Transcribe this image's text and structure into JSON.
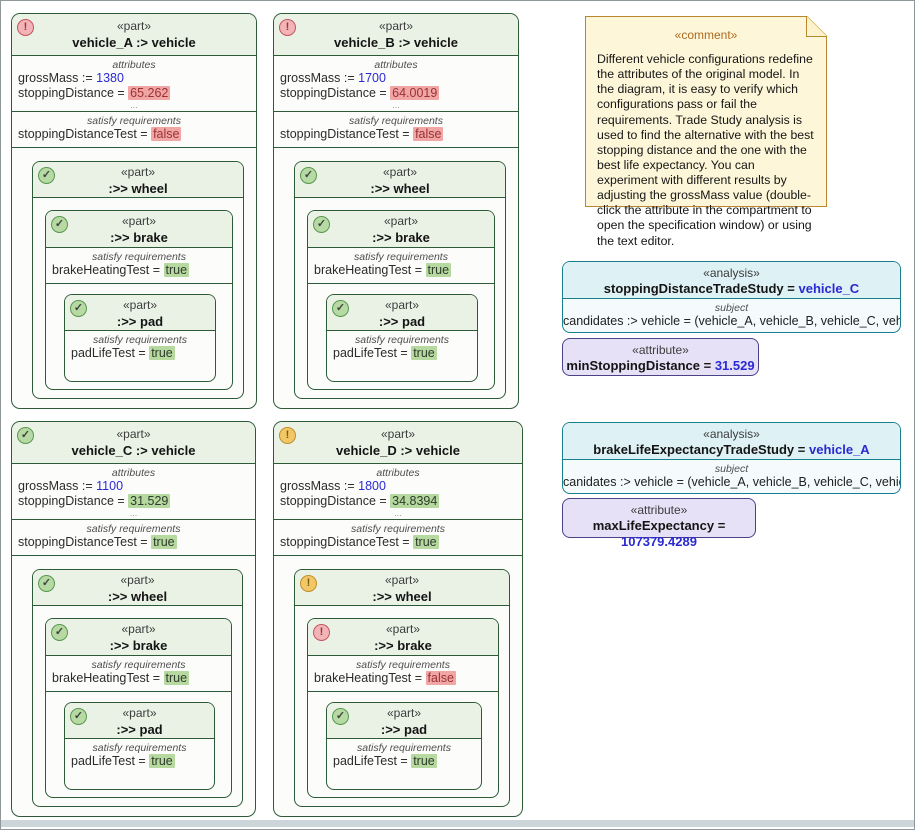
{
  "icons_note": {
    "error": "exclamation-in-red-circle",
    "warn": "exclamation-in-orange-circle",
    "ok": "check-in-green-circle"
  },
  "colors": {
    "part_border": "#2d5b37",
    "part_header_bg": "#eaf2e6",
    "fail_bg": "#f1a6a6",
    "pass_bg": "#b6d9a0",
    "value_blue": "#2a2ad2",
    "analysis_border": "#19808d",
    "analysis_header_bg": "#def1f5",
    "attribute_bg": "#e7e1f7",
    "attribute_border": "#4a4287",
    "comment_bg": "#fdf6d8",
    "comment_border": "#b8872e",
    "comment_title": "#ad6a1f"
  },
  "vehicles": [
    {
      "stereotype": "«part»",
      "title": "vehicle_A :> vehicle",
      "status": "error",
      "icon_glyph": "!",
      "attributes_label": "attributes",
      "ellipsis": "...",
      "attr_rows": [
        {
          "label": "grossMass := ",
          "value": "1380",
          "style": "blue"
        },
        {
          "label": "stoppingDistance = ",
          "value": "65.262",
          "style": "fail"
        }
      ],
      "satisfy_label": "satisfy requirements",
      "satisfy_row": {
        "label": "stoppingDistanceTest = ",
        "value": "false",
        "style": "fail"
      },
      "wheel": {
        "stereotype": "«part»",
        "title": ":>> wheel",
        "status": "ok",
        "icon_glyph": "✓",
        "brake": {
          "stereotype": "«part»",
          "title": ":>> brake",
          "status": "ok",
          "icon_glyph": "✓",
          "satisfy_label": "satisfy requirements",
          "satisfy_row": {
            "label": "brakeHeatingTest = ",
            "value": "true",
            "style": "pass"
          },
          "pad": {
            "stereotype": "«part»",
            "title": ":>> pad",
            "status": "ok",
            "icon_glyph": "✓",
            "satisfy_label": "satisfy requirements",
            "satisfy_row": {
              "label": "padLifeTest = ",
              "value": "true",
              "style": "pass"
            }
          }
        }
      }
    },
    {
      "stereotype": "«part»",
      "title": "vehicle_B :> vehicle",
      "status": "error",
      "icon_glyph": "!",
      "attributes_label": "attributes",
      "ellipsis": "...",
      "attr_rows": [
        {
          "label": "grossMass := ",
          "value": "1700",
          "style": "blue"
        },
        {
          "label": "stoppingDistance = ",
          "value": "64.0019",
          "style": "fail"
        }
      ],
      "satisfy_label": "satisfy requirements",
      "satisfy_row": {
        "label": "stoppingDistanceTest = ",
        "value": "false",
        "style": "fail"
      },
      "wheel": {
        "stereotype": "«part»",
        "title": ":>> wheel",
        "status": "ok",
        "icon_glyph": "✓",
        "brake": {
          "stereotype": "«part»",
          "title": ":>> brake",
          "status": "ok",
          "icon_glyph": "✓",
          "satisfy_label": "satisfy requirements",
          "satisfy_row": {
            "label": "brakeHeatingTest = ",
            "value": "true",
            "style": "pass"
          },
          "pad": {
            "stereotype": "«part»",
            "title": ":>> pad",
            "status": "ok",
            "icon_glyph": "✓",
            "satisfy_label": "satisfy requirements",
            "satisfy_row": {
              "label": "padLifeTest = ",
              "value": "true",
              "style": "pass"
            }
          }
        }
      }
    },
    {
      "stereotype": "«part»",
      "title": "vehicle_C :> vehicle",
      "status": "ok",
      "icon_glyph": "✓",
      "attributes_label": "attributes",
      "ellipsis": "...",
      "attr_rows": [
        {
          "label": "grossMass := ",
          "value": "1100",
          "style": "blue"
        },
        {
          "label": "stoppingDistance = ",
          "value": "31.529",
          "style": "pass"
        }
      ],
      "satisfy_label": "satisfy requirements",
      "satisfy_row": {
        "label": "stoppingDistanceTest = ",
        "value": "true",
        "style": "pass"
      },
      "wheel": {
        "stereotype": "«part»",
        "title": ":>> wheel",
        "status": "ok",
        "icon_glyph": "✓",
        "brake": {
          "stereotype": "«part»",
          "title": ":>> brake",
          "status": "ok",
          "icon_glyph": "✓",
          "satisfy_label": "satisfy requirements",
          "satisfy_row": {
            "label": "brakeHeatingTest = ",
            "value": "true",
            "style": "pass"
          },
          "pad": {
            "stereotype": "«part»",
            "title": ":>> pad",
            "status": "ok",
            "icon_glyph": "✓",
            "satisfy_label": "satisfy requirements",
            "satisfy_row": {
              "label": "padLifeTest = ",
              "value": "true",
              "style": "pass"
            }
          }
        }
      }
    },
    {
      "stereotype": "«part»",
      "title": "vehicle_D :> vehicle",
      "status": "warn",
      "icon_glyph": "!",
      "attributes_label": "attributes",
      "ellipsis": "...",
      "attr_rows": [
        {
          "label": "grossMass := ",
          "value": "1800",
          "style": "blue"
        },
        {
          "label": "stoppingDistance = ",
          "value": "34.8394",
          "style": "pass"
        }
      ],
      "satisfy_label": "satisfy requirements",
      "satisfy_row": {
        "label": "stoppingDistanceTest = ",
        "value": "true",
        "style": "pass"
      },
      "wheel": {
        "stereotype": "«part»",
        "title": ":>> wheel",
        "status": "warn",
        "icon_glyph": "!",
        "brake": {
          "stereotype": "«part»",
          "title": ":>> brake",
          "status": "error",
          "icon_glyph": "!",
          "satisfy_label": "satisfy requirements",
          "satisfy_row": {
            "label": "brakeHeatingTest = ",
            "value": "false",
            "style": "fail"
          },
          "pad": {
            "stereotype": "«part»",
            "title": ":>> pad",
            "status": "ok",
            "icon_glyph": "✓",
            "satisfy_label": "satisfy requirements",
            "satisfy_row": {
              "label": "padLifeTest = ",
              "value": "true",
              "style": "pass"
            }
          }
        }
      }
    }
  ],
  "comment": {
    "stereotype": "«comment»",
    "body": "Different vehicle configurations redefine the attributes of the original model. In the diagram, it is easy to verify which configurations pass or fail the requirements. Trade Study analysis is used to find the alternative with the best stopping distance and the one with the best life expectancy. You can experiment with different results by adjusting the grossMass value (double-click the attribute in the compartment to open the specification window) or using the text editor."
  },
  "analyses": [
    {
      "stereotype": "«analysis»",
      "name": "stoppingDistanceTradeStudy = ",
      "result": "vehicle_C",
      "subject_label": "subject",
      "subject": "candidates :> vehicle = (vehicle_A, vehicle_B, vehicle_C, vehicle_D)"
    },
    {
      "stereotype": "«analysis»",
      "name": "brakeLifeExpectancyTradeStudy = ",
      "result": "vehicle_A",
      "subject_label": "subject",
      "subject": "canidates :> vehicle = (vehicle_A, vehicle_B, vehicle_C, vehicle_D)"
    }
  ],
  "attribute_boxes": [
    {
      "stereotype": "«attribute»",
      "name": "minStoppingDistance = ",
      "value": "31.529"
    },
    {
      "stereotype": "«attribute»",
      "name": "maxLifeExpectancy = ",
      "value": "107379.4289"
    }
  ]
}
